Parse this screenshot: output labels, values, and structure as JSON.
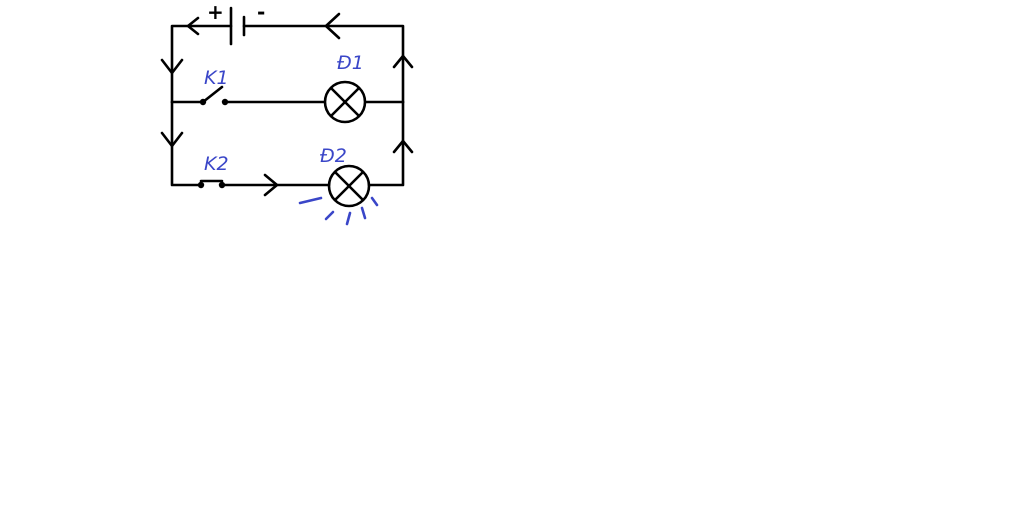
{
  "diagram": {
    "battery": {
      "plus_label": "+",
      "minus_label": "-"
    },
    "switch_k1": {
      "label": "K1",
      "state": "open"
    },
    "switch_k2": {
      "label": "K2",
      "state": "closed"
    },
    "lamp_d1": {
      "label": "Đ1",
      "lit": false
    },
    "lamp_d2": {
      "label": "Đ2",
      "lit": true
    },
    "colors": {
      "wire": "#000000",
      "annotation": "#3a46c8",
      "background": "#ffffff"
    }
  }
}
